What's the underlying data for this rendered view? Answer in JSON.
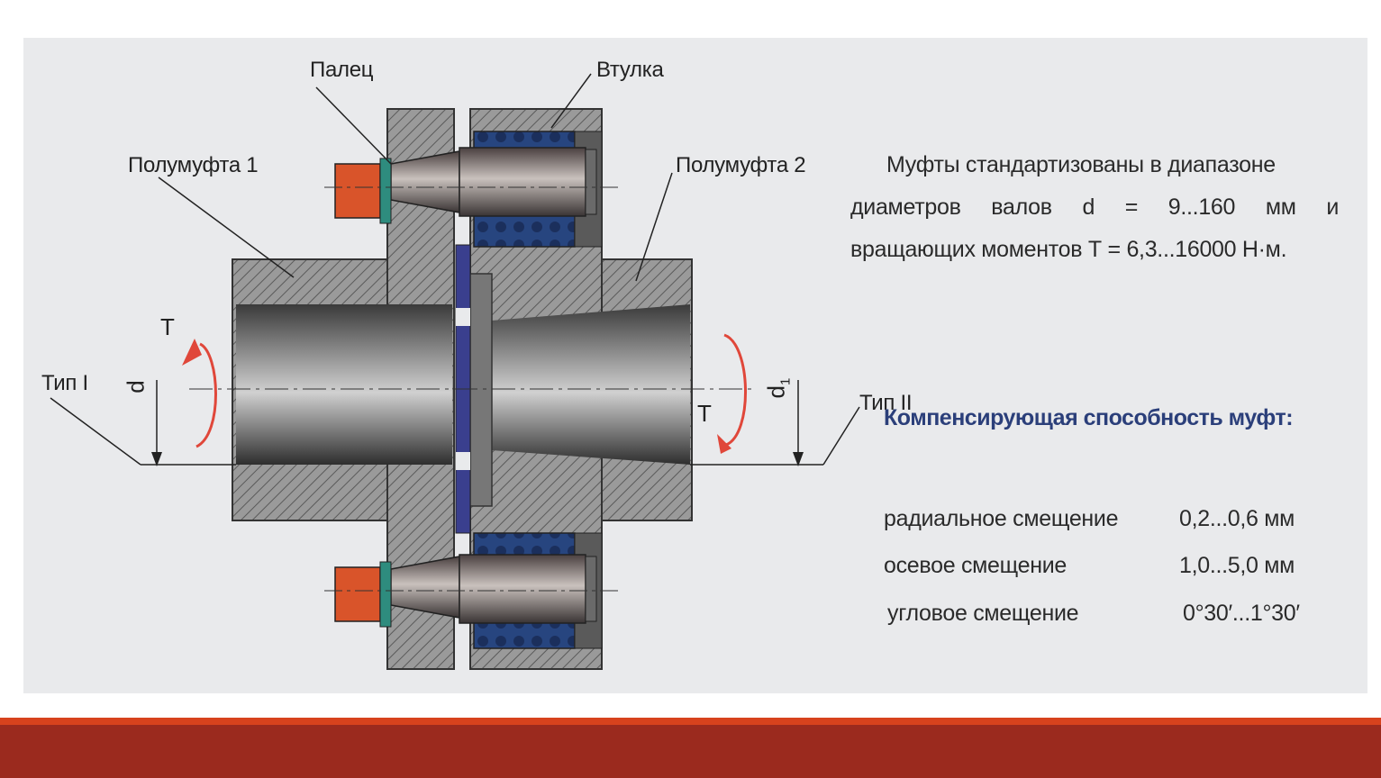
{
  "diagram": {
    "labels": {
      "palets": "Палец",
      "vtulka": "Втулка",
      "polumufta1": "Полумуфта 1",
      "polumufta2": "Полумуфта 2",
      "tip1": "Тип I",
      "tip2": "Тип II",
      "torque_left": "T",
      "torque_right": "T",
      "diam_left": "d",
      "diam_right": "d",
      "diam_right_sub": "1"
    },
    "colors": {
      "hatch_metal": "#8b8b8b",
      "rubber_bushing": "#2a4a8a",
      "nut": "#d9542a",
      "washer": "#2e8c7e",
      "torque_arrow": "#e0473a",
      "washer_disk": "#3a3f8e"
    }
  },
  "text": {
    "para_line1": "Муфты стандартизованы в диапазоне",
    "para_line2": "диаметров валов d = 9...160 мм и",
    "para_line3": "вращающих моментов Т = 6,3...16000 Н·м.",
    "comp_title": "Компенсирующая способность муфт:",
    "rows": [
      {
        "name": "радиальное смещение",
        "value": "0,2...0,6 мм"
      },
      {
        "name": "осевое смещение",
        "value": "1,0...5,0 мм"
      },
      {
        "name": "угловое смещение",
        "value": "0°30′...1°30′"
      }
    ]
  },
  "theme": {
    "panel_bg": "#e9eaec",
    "footer_accent": "#d7421d",
    "footer_bg": "#9b2a1e",
    "title_color": "#2b3f7a"
  }
}
